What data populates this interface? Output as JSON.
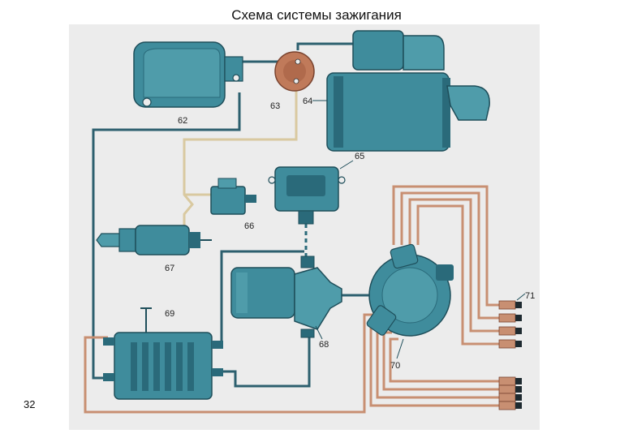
{
  "title": "Схема системы зажигания",
  "page_number": "32",
  "colors": {
    "component": "#3f8c9c",
    "component_dark": "#2a6a7a",
    "component_light": "#6fb3c2",
    "distributor_cap": "#c07a5a",
    "wire_main": "#2c5f6e",
    "wire_ht": "#c88f72",
    "wire_low": "#d9c9a0",
    "background": "#ececec"
  },
  "labels": {
    "c62": "62",
    "c63": "63",
    "c64": "64",
    "c65": "65",
    "c66": "66",
    "c67": "67",
    "c68": "68",
    "c69": "69",
    "c70": "70",
    "c71": "71"
  }
}
